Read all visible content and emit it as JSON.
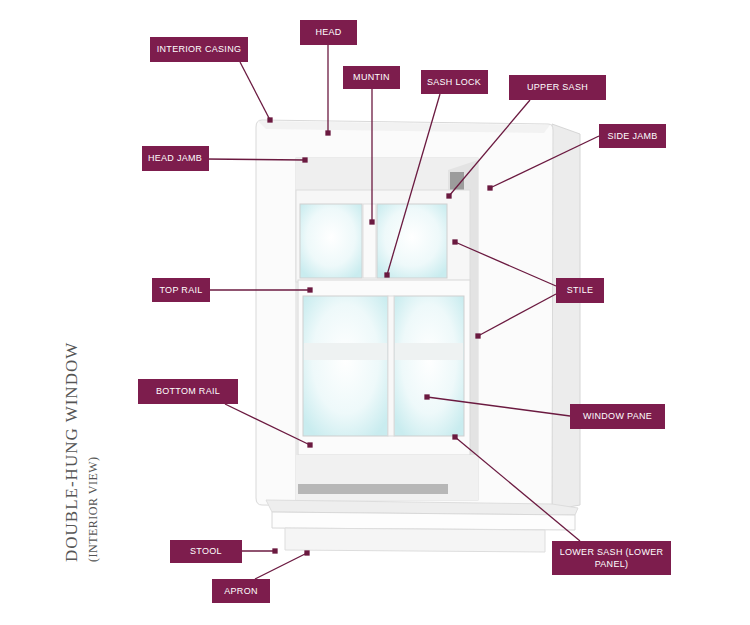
{
  "diagram": {
    "title": "DOUBLE-HUNG WINDOW",
    "nodes": [
      {
        "text": [
          "INTERIOR CASING"
        ]
      },
      {
        "text": [
          "HEAD"
        ]
      },
      {
        "text": [
          "MUNTIN"
        ]
      },
      {
        "text": [
          "SASH LOCK"
        ]
      },
      {
        "text": [
          "UPPER SASH"
        ]
      },
      {
        "text": [
          "HEAD JAMB"
        ]
      },
      {
        "text": [
          "SIDE JAMB"
        ]
      },
      {
        "text": [
          "TOP RAIL"
        ]
      },
      {
        "text": [
          "STILE"
        ]
      },
      {
        "text": [
          "BOTTOM RAIL"
        ]
      },
      {
        "text": [
          "WINDOW PANE"
        ]
      },
      {
        "text": [
          "STOOL"
        ]
      },
      {
        "text": [
          "APRON"
        ]
      },
      {
        "text": [
          "LOWER SASH (LOWER PANEL)"
        ]
      }
    ],
    "labels": [
      "(INTERIOR VIEW)"
    ]
  }
}
